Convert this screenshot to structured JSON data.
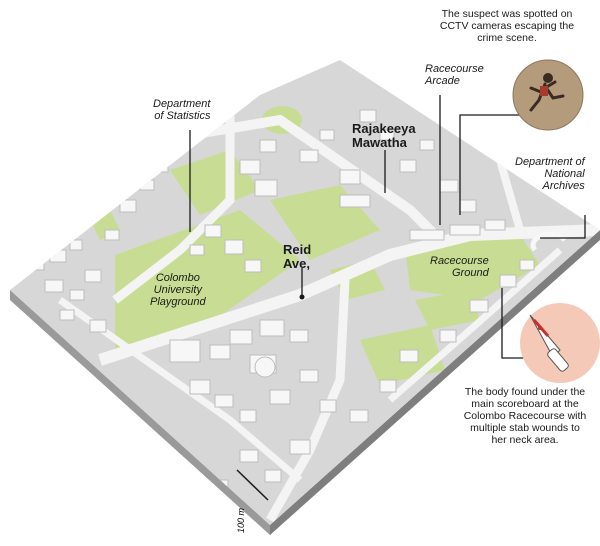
{
  "labels": {
    "department_of_statistics": "Department\nof Statistics",
    "rajakeeya_mawatha": "Rajakeeya\nMawatha",
    "racecourse_arcade": "Racecourse\nArcade",
    "department_of_national_archives": "Department of\nNational\nArchives",
    "reid_ave": "Reid\nAve,",
    "racecourse_ground": "Racecourse\nGround",
    "colombo_university_playground": "Colombo\nUniversity\nPlayground",
    "scale": "100 m"
  },
  "notes": {
    "cctv": "The suspect was spotted on\nCCTV cameras escaping the\ncrime scene.",
    "body_found": "The body found under the\nmain scoreboard at the\nColombo Racecourse with\nmultiple stab wounds to\nher neck area."
  },
  "icons": {
    "cctv_photo": "running-suspect-photo",
    "weapon": "bloody-knife-icon"
  },
  "colors": {
    "ground": "#d7d7d7",
    "green": "#c8dd93",
    "road": "#f4f4f4",
    "building": "#f7f7f7",
    "building_shade": "#bdbdbd",
    "knife_circle": "#f4c9b8",
    "photo_circle": "#b39b7c"
  }
}
